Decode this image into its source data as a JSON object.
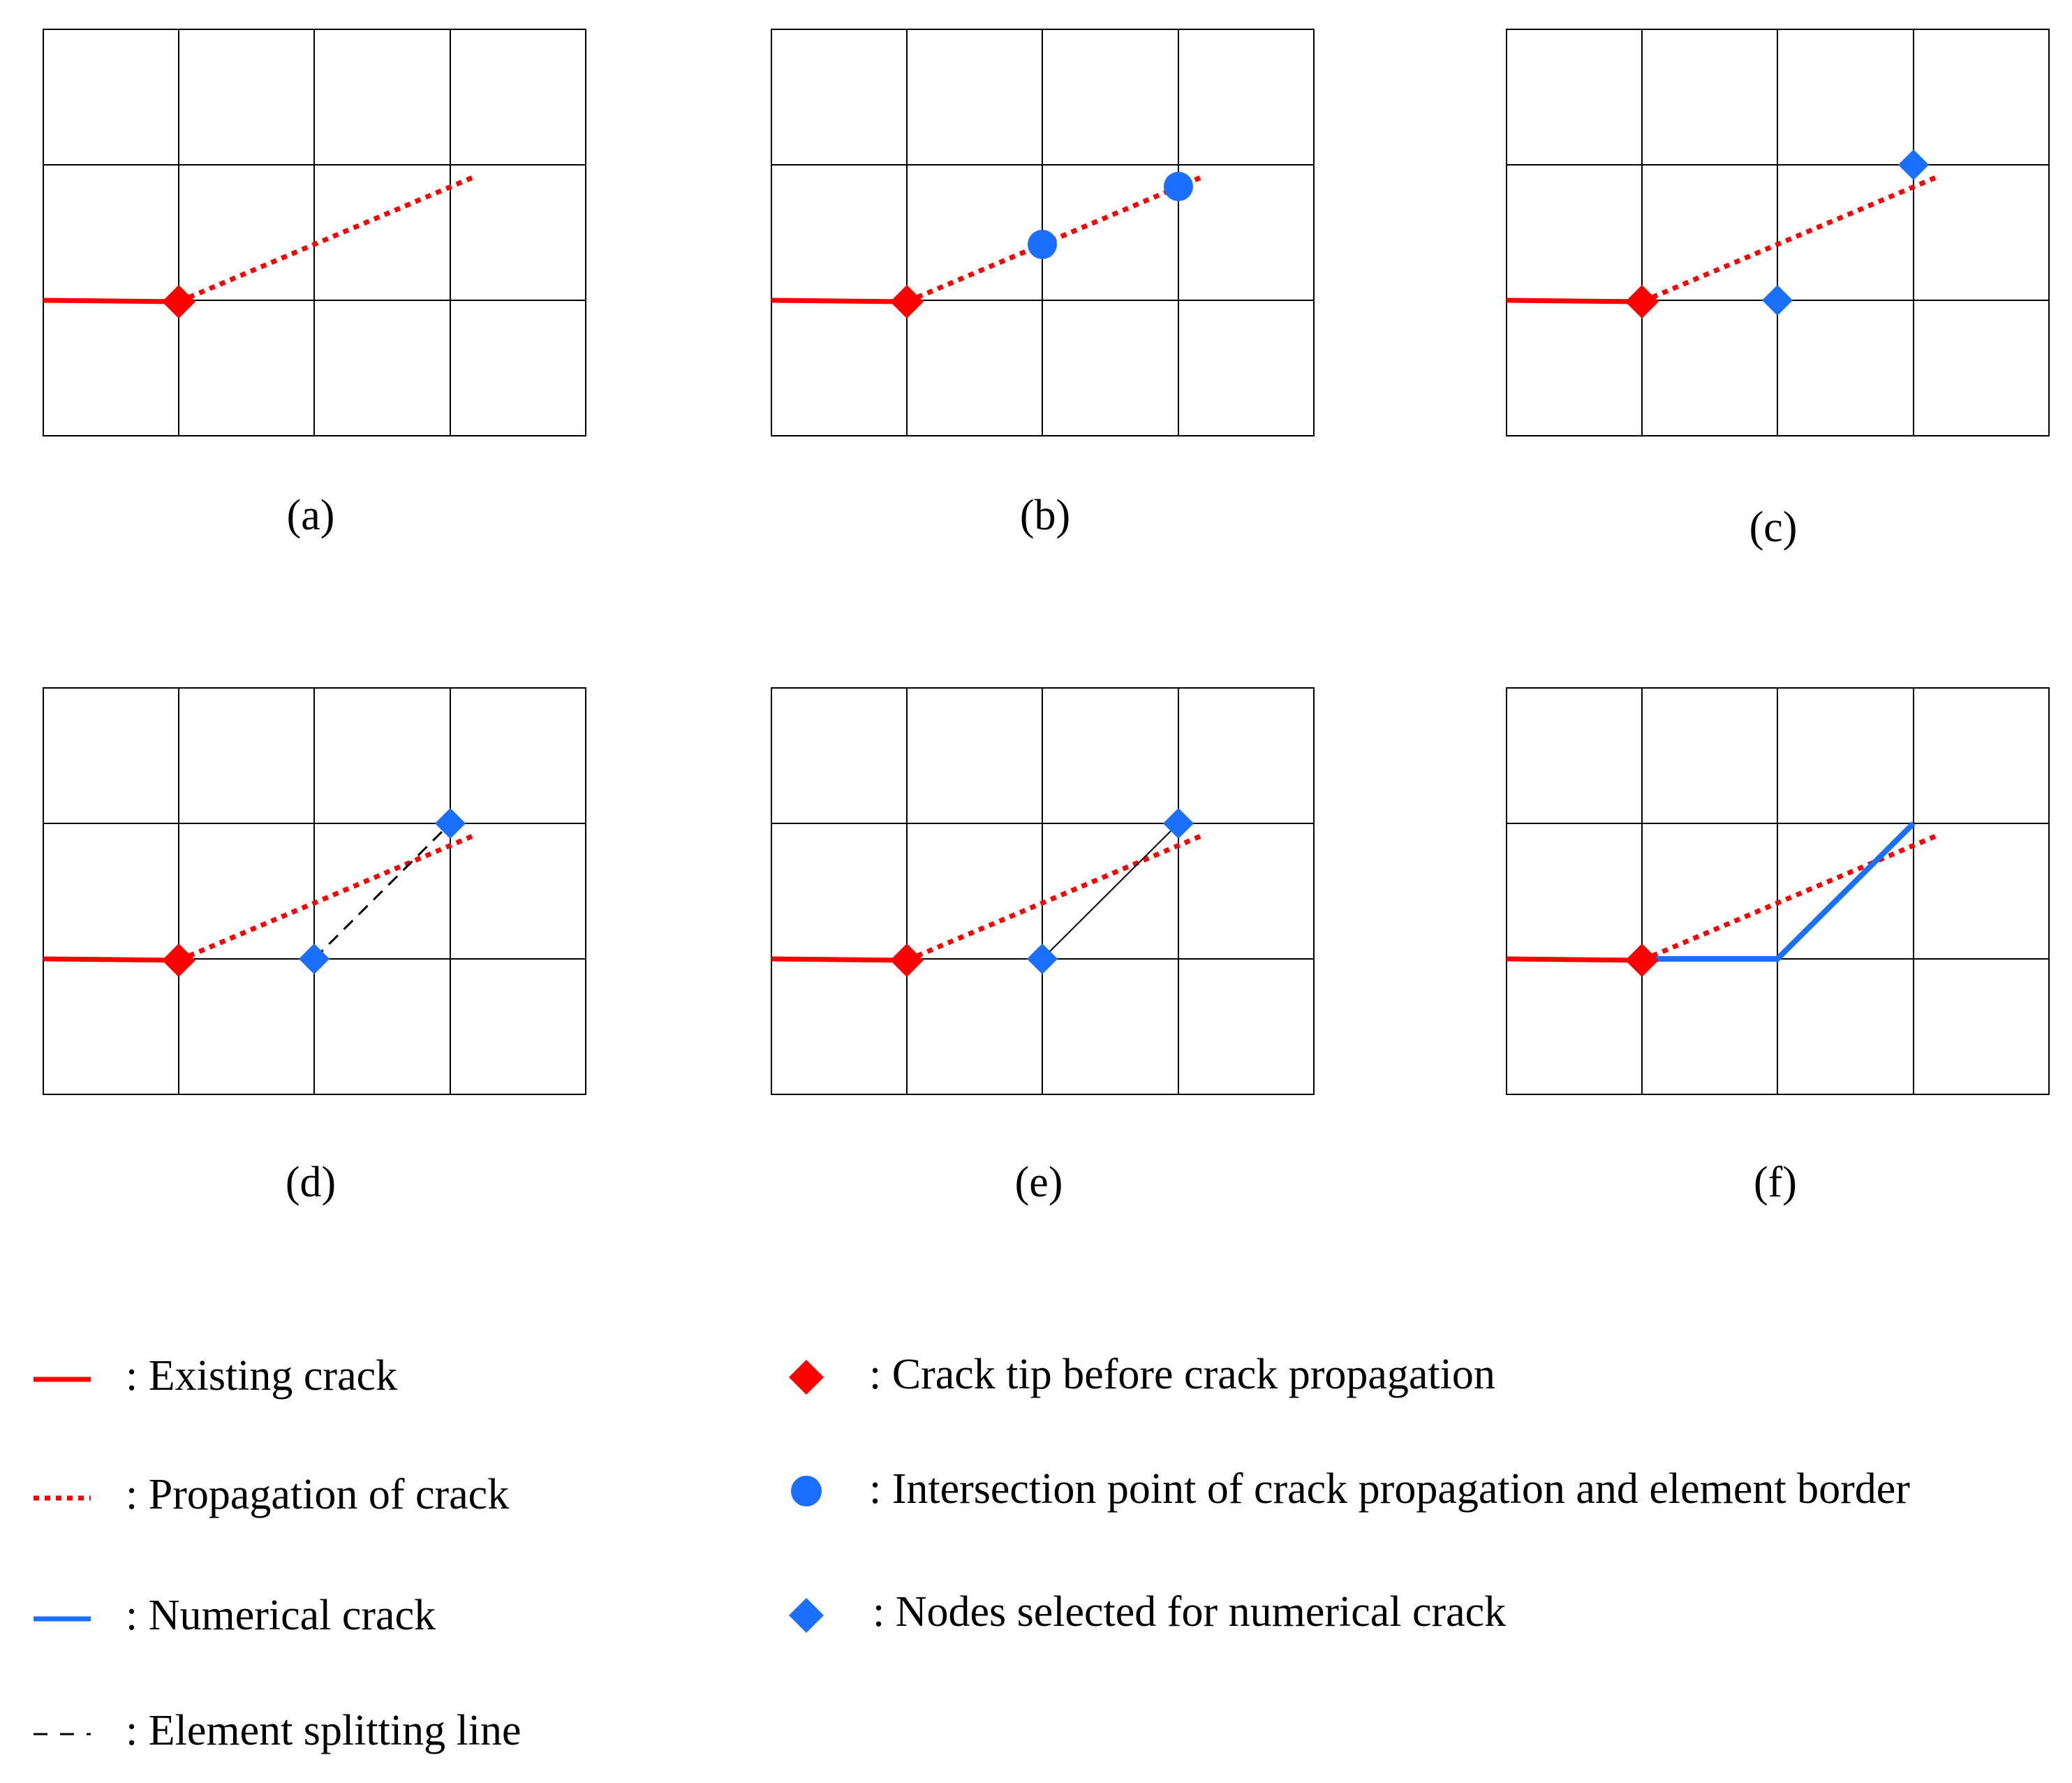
{
  "colors": {
    "existing_crack": "#ff0000",
    "propagation": "#ff0000",
    "numerical_crack": "#1a6fff",
    "marker_blue": "#1a6fff",
    "marker_red": "#ff0000",
    "grid": "#000000"
  },
  "panels": [
    {
      "label": "(a)"
    },
    {
      "label": "(b)"
    },
    {
      "label": "(c)"
    },
    {
      "label": "(d)"
    },
    {
      "label": "(e)"
    },
    {
      "label": "(f)"
    }
  ],
  "legend": {
    "existing_crack": ": Existing crack",
    "propagation_of_crack": ": Propagation of crack",
    "numerical_crack": ": Numerical crack",
    "element_splitting_line": ": Element splitting line",
    "crack_tip": ": Crack tip before crack propagation",
    "intersection_point": ": Intersection point of crack propagation and element border",
    "nodes_selected": ": Nodes selected for numerical crack"
  }
}
